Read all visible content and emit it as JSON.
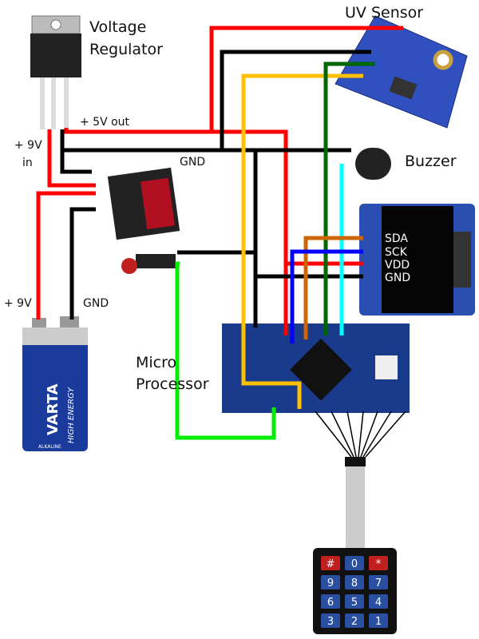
{
  "labels": {
    "regulator": [
      "Voltage",
      "Regulator"
    ],
    "uv_sensor": "UV Sensor",
    "buzzer": "Buzzer",
    "five_v_out": "+ 5V out",
    "nine_v_in": [
      "+ 9V",
      "in"
    ],
    "gnd_main": "GND",
    "battery_plus": "+ 9V",
    "battery_gnd": "GND",
    "micro": [
      "Micro",
      "Processor"
    ],
    "oled_pins": [
      "SDA",
      "SCK",
      "VDD",
      "GND"
    ]
  },
  "battery": {
    "brand": "VARTA",
    "line": "HIGH ENERGY",
    "type": "ALKALINE"
  },
  "keypad": {
    "keys": [
      "#",
      "0",
      "*",
      "9",
      "8",
      "7",
      "6",
      "5",
      "4",
      "3",
      "2",
      "1"
    ]
  },
  "colors": {
    "power": "#ff0000",
    "ground": "#000000",
    "signal_yellow": "#ffc000",
    "uv_out": "#006600",
    "buzzer": "#00ffff",
    "sda": "#cc6600",
    "sck": "#0000ff",
    "button": "#00ee00",
    "board": "#1a3a8c"
  }
}
